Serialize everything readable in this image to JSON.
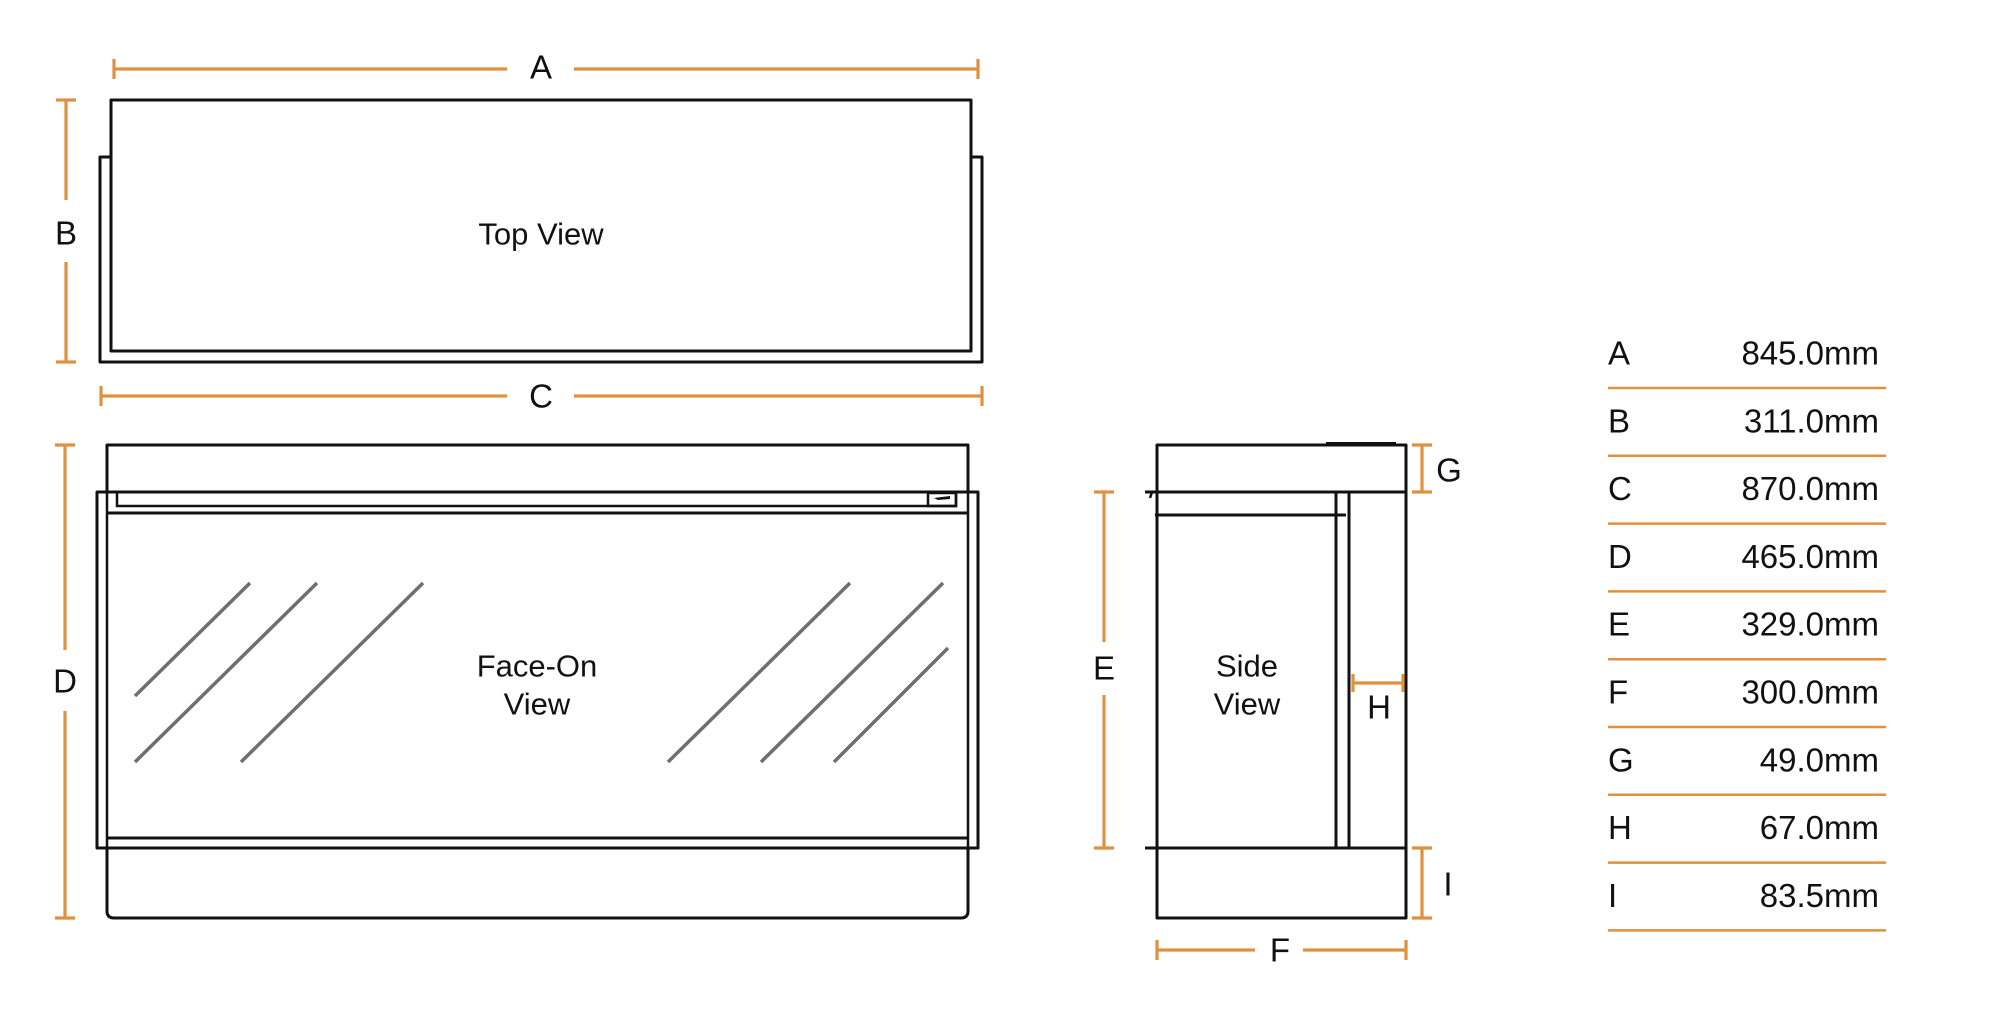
{
  "diagram": {
    "views": {
      "top": {
        "label": "Top View"
      },
      "face_on": {
        "label_line1": "Face-On",
        "label_line2": "View"
      },
      "side": {
        "label_line1": "Side",
        "label_line2": "View"
      }
    },
    "dimension_labels": {
      "A": "A",
      "B": "B",
      "C": "C",
      "D": "D",
      "E": "E",
      "F": "F",
      "G": "G",
      "H": "H",
      "I": "I"
    },
    "colors": {
      "dimension_line": "#e0913f",
      "outline": "#111111",
      "glass_reflection": "#6f6f6f"
    }
  },
  "dimensions_table": {
    "rows": [
      {
        "letter": "A",
        "value": "845.0mm"
      },
      {
        "letter": "B",
        "value": "311.0mm"
      },
      {
        "letter": "C",
        "value": "870.0mm"
      },
      {
        "letter": "D",
        "value": "465.0mm"
      },
      {
        "letter": "E",
        "value": "329.0mm"
      },
      {
        "letter": "F",
        "value": "300.0mm"
      },
      {
        "letter": "G",
        "value": "49.0mm"
      },
      {
        "letter": "H",
        "value": "67.0mm"
      },
      {
        "letter": "I",
        "value": "83.5mm"
      }
    ]
  }
}
